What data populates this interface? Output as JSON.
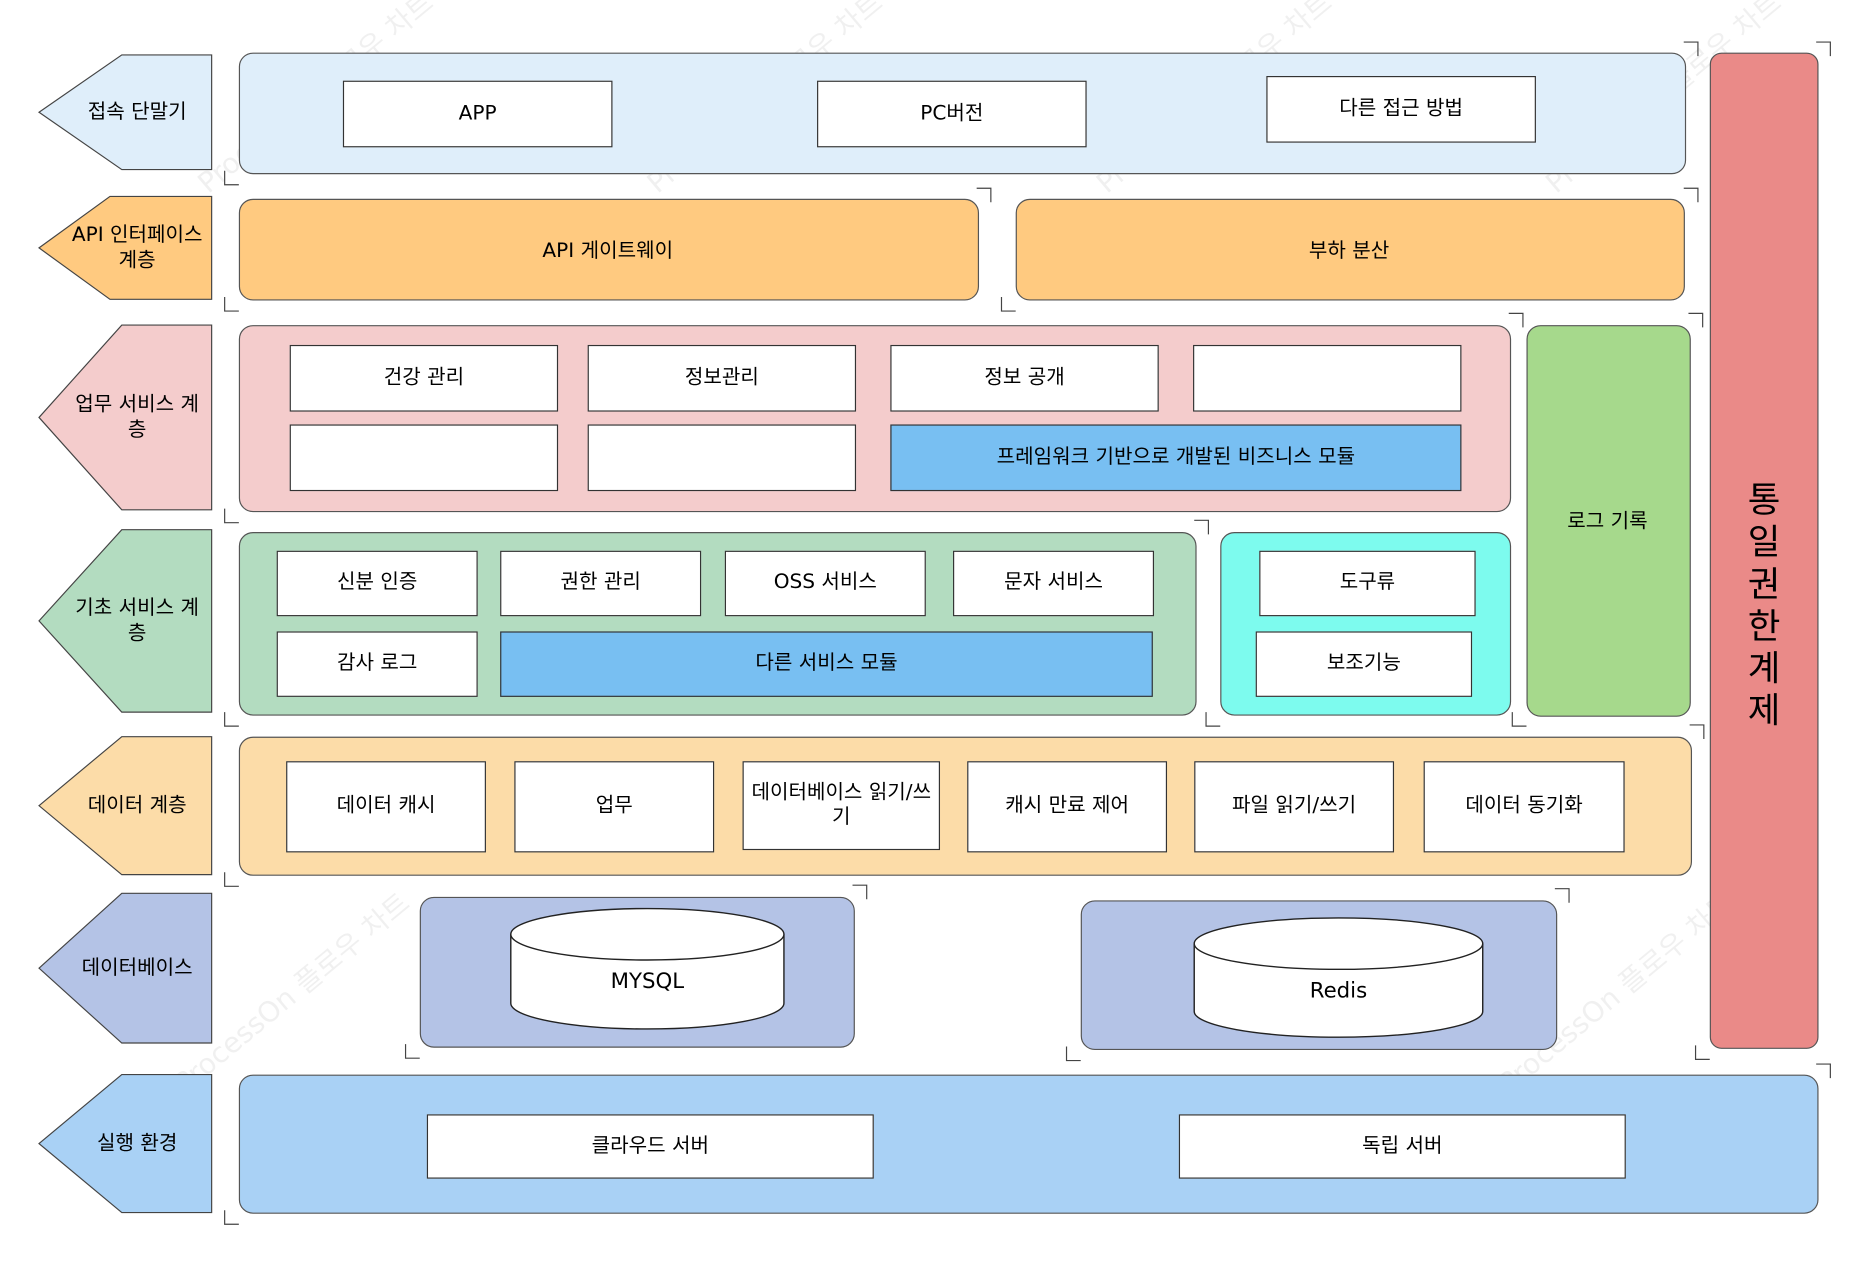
{
  "layers": [
    {
      "label": "접속 단말기",
      "color": "#dfeefa"
    },
    {
      "label": "API 인터페이스 계층",
      "color": "#ffca80"
    },
    {
      "label": "업무 서비스 계층",
      "color": "#f4cccc"
    },
    {
      "label": "기초 서비스 계층",
      "color": "#b3dcc0"
    },
    {
      "label": "데이터 계층",
      "color": "#fcdca8"
    },
    {
      "label": "데이터베이스",
      "color": "#b4c3e6"
    },
    {
      "label": "실행 환경",
      "color": "#a9d1f5"
    }
  ],
  "access": {
    "items": [
      "APP",
      "PC버전",
      "다른 접근 방법"
    ]
  },
  "api": {
    "gateway": "API 게이트웨이",
    "load_balancing": "부하 분산"
  },
  "business": {
    "items": [
      "건강 관리",
      "정보관리",
      "정보 공개",
      "",
      "",
      ""
    ],
    "framework_module": "프레임워크 기반으로 개발된 비즈니스 모듈"
  },
  "basic": {
    "items": [
      "신분 인증",
      "권한 관리",
      "OSS 서비스",
      "문자 서비스",
      "감사 로그"
    ],
    "other_module": "다른 서비스 모듈",
    "tools": "도구류",
    "aux": "보조기능"
  },
  "log": "로그 기록",
  "data_layer": {
    "items": [
      "데이터 캐시",
      "업무",
      "데이터베이스 읽기/쓰기",
      "캐시 만료 제어",
      "파일 읽기/쓰기",
      "데이터 동기화"
    ]
  },
  "database": {
    "mysql": "MYSQL",
    "redis": "Redis"
  },
  "runtime": {
    "items": [
      "클라우드 서버",
      "독립 서버"
    ]
  },
  "unified_auth": "통일권한계제",
  "colors": {
    "green_accent": "#a6d98c",
    "cyan_accent": "#7dfbee",
    "red_bar": "#ea8a88",
    "blue_module": "#78bff2"
  },
  "watermark": "ProcessOn 플로우 차트"
}
